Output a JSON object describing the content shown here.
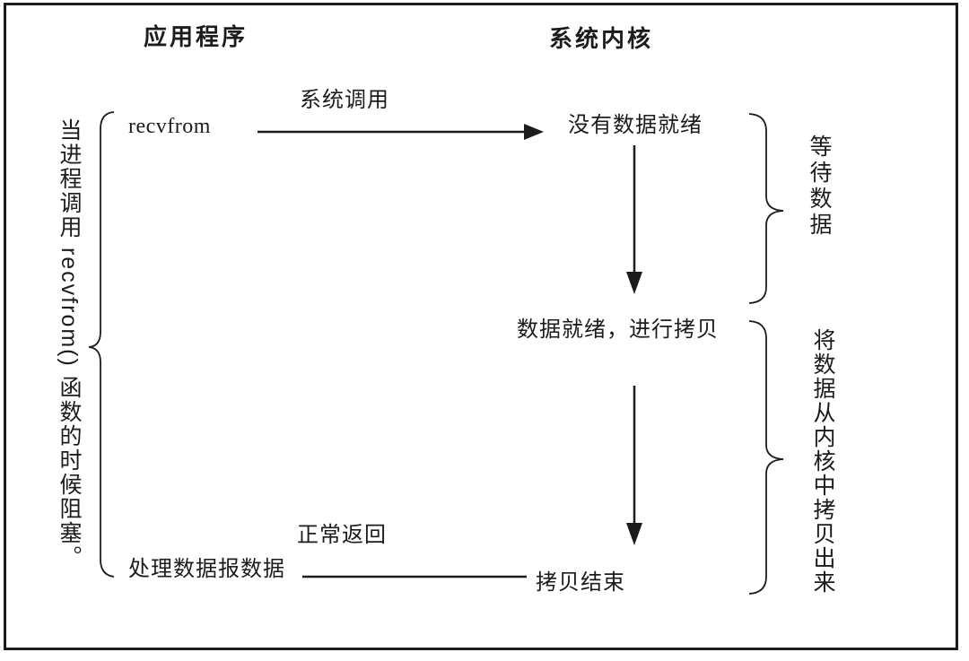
{
  "diagram": {
    "title_columns": {
      "application": "应用程序",
      "kernel": "系统内核"
    },
    "side_note": "当进程调用 recvfrom() 函数的时候阻塞。",
    "nodes": {
      "recvfrom": "recvfrom",
      "no_data_ready": "没有数据就绪",
      "data_ready_copy": "数据就绪，进行拷贝",
      "copy_done": "拷贝结束",
      "process_datagram": "处理数据报数据"
    },
    "edge_labels": {
      "system_call": "系统调用",
      "normal_return": "正常返回"
    },
    "brace_labels": {
      "wait_data": "等待数据",
      "copy_from_kernel": "将数据从内核中拷贝出来"
    },
    "colors": {
      "ink": "#1c1c1c",
      "background": "#ffffff"
    }
  }
}
